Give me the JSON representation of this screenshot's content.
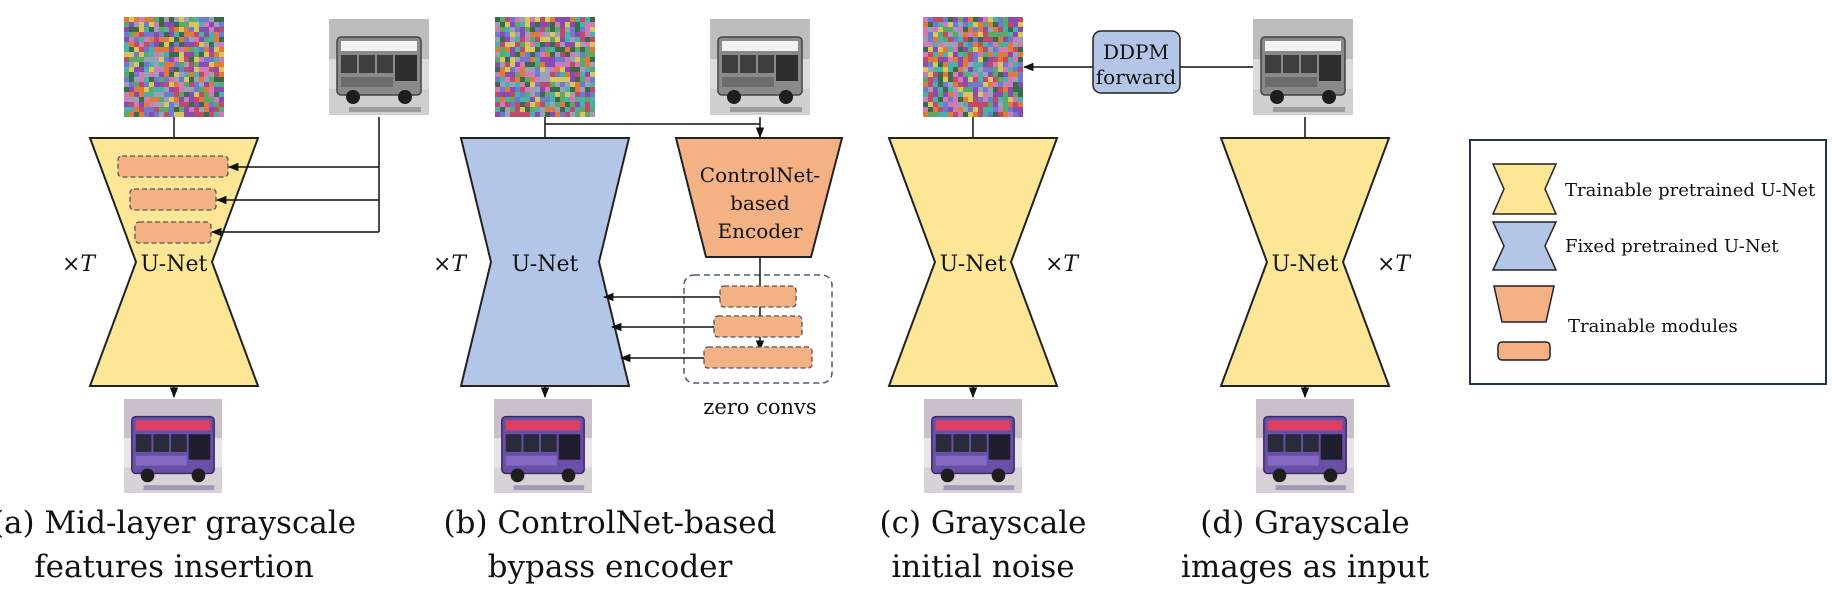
{
  "colors": {
    "trainable_unet": "#fde695",
    "fixed_unet": "#b3c6e7",
    "trainable_module": "#f4b183",
    "outline": "#222222",
    "noise_palette": [
      "#c04a6a",
      "#5aa86a",
      "#6c7ad0",
      "#d8c65a",
      "#8a4ab0",
      "#4ab0a8",
      "#e07a3a",
      "#9aa0b8",
      "#3a6a4a",
      "#d07ab8"
    ]
  },
  "panels": {
    "a": {
      "unet_label": "U-Net",
      "times_label": "×T",
      "caption_line1": "(a) Mid-layer grayscale",
      "caption_line2": "features insertion"
    },
    "b": {
      "unet_label": "U-Net",
      "times_label": "×T",
      "encoder_line1": "ControlNet-",
      "encoder_line2": "based",
      "encoder_line3": "Encoder",
      "zero_convs_label": "zero convs",
      "caption_line1": "(b) ControlNet-based",
      "caption_line2": "bypass encoder"
    },
    "c": {
      "unet_label": "U-Net",
      "times_label": "×T",
      "ddpm_line1": "DDPM",
      "ddpm_line2": "forward",
      "caption_line1": "(c) Grayscale",
      "caption_line2": "initial noise"
    },
    "d": {
      "unet_label": "U-Net",
      "times_label": "×T",
      "caption_line1": "(d) Grayscale",
      "caption_line2": "images as input"
    }
  },
  "legend": {
    "trainable_unet": "Trainable pretrained U-Net",
    "fixed_unet": "Fixed pretrained U-Net",
    "trainable_modules": "Trainable modules"
  },
  "icons": {
    "noise_image": "random-noise-image",
    "gray_image": "grayscale-bus-photo",
    "color_image": "colorized-bus-photo"
  }
}
